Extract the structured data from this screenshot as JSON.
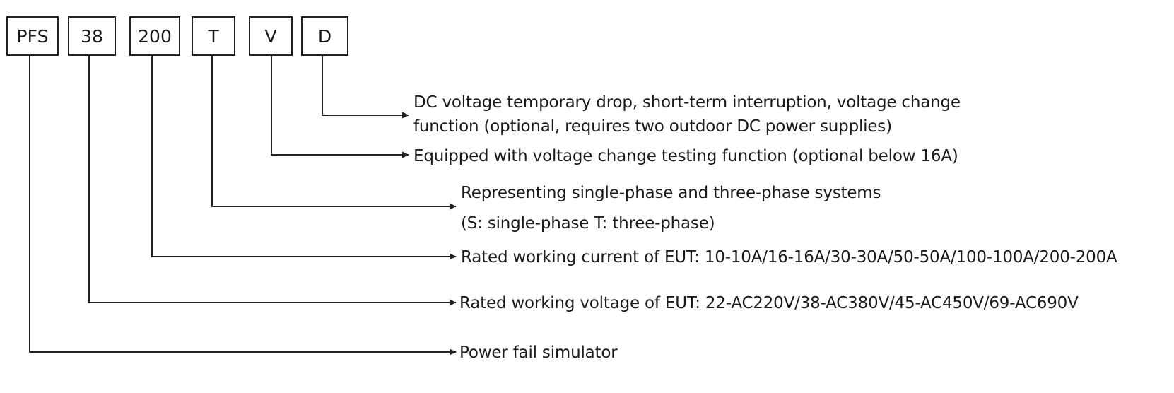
{
  "diagram": {
    "codes": [
      "PFS",
      "38",
      "200",
      "T",
      "V",
      "D"
    ],
    "descriptions": {
      "d": [
        "DC voltage temporary drop, short-term interruption, voltage change",
        "function (optional, requires two outdoor DC power supplies)"
      ],
      "v": "Equipped with voltage change testing function (optional below 16A)",
      "t": [
        "Representing single-phase and three-phase systems",
        "(S: single-phase T: three-phase)"
      ],
      "current": "Rated working current of EUT: 10-10A/16-16A/30-30A/50-50A/100-100A/200-200A",
      "voltage": "Rated working voltage of EUT: 22-AC220V/38-AC380V/45-AC450V/69-AC690V",
      "pfs": "Power fail simulator"
    }
  }
}
